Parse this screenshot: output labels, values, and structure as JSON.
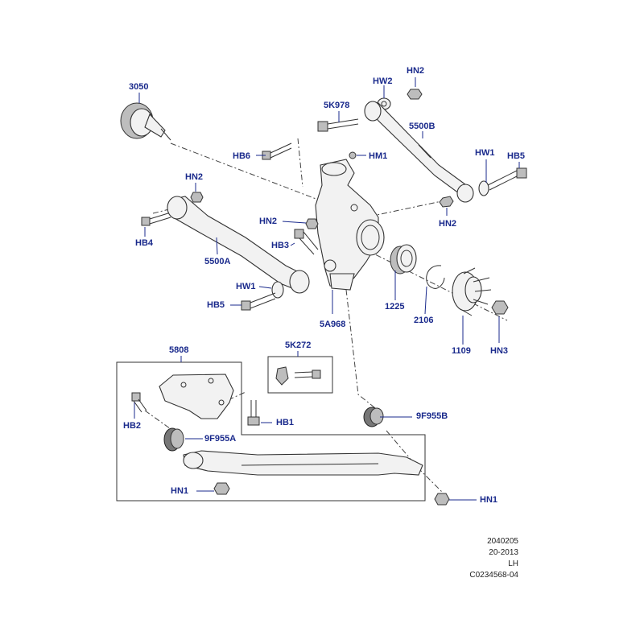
{
  "parts": {
    "p3050": "3050",
    "hn2_top": "HN2",
    "hw2": "HW2",
    "p5k978": "5K978",
    "p5500b": "5500B",
    "hb6": "HB6",
    "hm1": "HM1",
    "hw1_right": "HW1",
    "hb5_right": "HB5",
    "hn2_left": "HN2",
    "hn2_mid": "HN2",
    "hn2_right": "HN2",
    "hb3": "HB3",
    "hb4": "HB4",
    "p5500a": "5500A",
    "hw1_left": "HW1",
    "hb5_left": "HB5",
    "p5a968": "5A968",
    "p1225": "1225",
    "p2106": "2106",
    "p1109": "1109",
    "hn3": "HN3",
    "p5808": "5808",
    "p5k272": "5K272",
    "hb2": "HB2",
    "hb1": "HB1",
    "p9f955a": "9F955A",
    "p9f955b": "9F955B",
    "hn1_left": "HN1",
    "hn1_right": "HN1"
  },
  "footer": {
    "line1": "2040205",
    "line2": "20-2013",
    "line3": "LH",
    "line4": "C0234568-04"
  },
  "colors": {
    "label": "#1a2a8c",
    "line": "#333333"
  }
}
